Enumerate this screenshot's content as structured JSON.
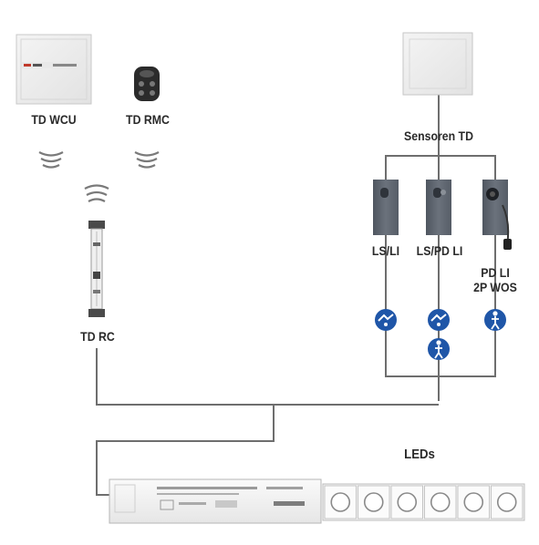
{
  "devices": {
    "wcu": {
      "label": "TD WCU"
    },
    "rmc": {
      "label": "TD RMC"
    },
    "rc": {
      "label": "TD RC"
    },
    "sensor_switch": {}
  },
  "sensors": {
    "group_label": "Sensoren TD",
    "items": [
      {
        "label": "LS/LI"
      },
      {
        "label": "LS/PD LI"
      },
      {
        "label": "PD LI\n2P WOS",
        "line1": "PD LI",
        "line2": "2P WOS"
      }
    ],
    "icons": [
      "light-sensor-icon",
      "presence-sensor-icon",
      "presence-sensor-icon"
    ]
  },
  "driver": {},
  "leds": {
    "label": "LEDs",
    "count": 6
  },
  "colors": {
    "line": "#6e6e6e",
    "sensor_body": "#5f6670",
    "icon_blue": "#1f56a8",
    "panel": "#ececec",
    "label": "#2a2a2a"
  }
}
